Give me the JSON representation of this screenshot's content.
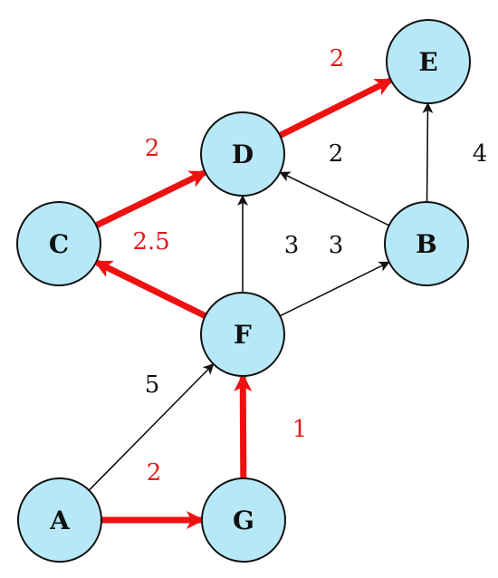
{
  "graph": {
    "highlight_color": "#ee1111",
    "default_edge_color": "#111111",
    "node_fill_color": "#b7e8f7",
    "nodes": [
      {
        "id": "E",
        "label": "E"
      },
      {
        "id": "D",
        "label": "D"
      },
      {
        "id": "C",
        "label": "C"
      },
      {
        "id": "B",
        "label": "B"
      },
      {
        "id": "F",
        "label": "F"
      },
      {
        "id": "A",
        "label": "A"
      },
      {
        "id": "G",
        "label": "G"
      }
    ],
    "edges": [
      {
        "from": "D",
        "to": "E",
        "weight": "2",
        "highlighted": true
      },
      {
        "from": "C",
        "to": "D",
        "weight": "2",
        "highlighted": true
      },
      {
        "from": "B",
        "to": "D",
        "weight": "2",
        "highlighted": false
      },
      {
        "from": "B",
        "to": "E",
        "weight": "4",
        "highlighted": false
      },
      {
        "from": "F",
        "to": "C",
        "weight": "2.5",
        "highlighted": true
      },
      {
        "from": "F",
        "to": "D",
        "weight": "3",
        "highlighted": false
      },
      {
        "from": "F",
        "to": "B",
        "weight": "3",
        "highlighted": false
      },
      {
        "from": "A",
        "to": "F",
        "weight": "5",
        "highlighted": false
      },
      {
        "from": "G",
        "to": "F",
        "weight": "1",
        "highlighted": true
      },
      {
        "from": "A",
        "to": "G",
        "weight": "2",
        "highlighted": true
      }
    ]
  }
}
